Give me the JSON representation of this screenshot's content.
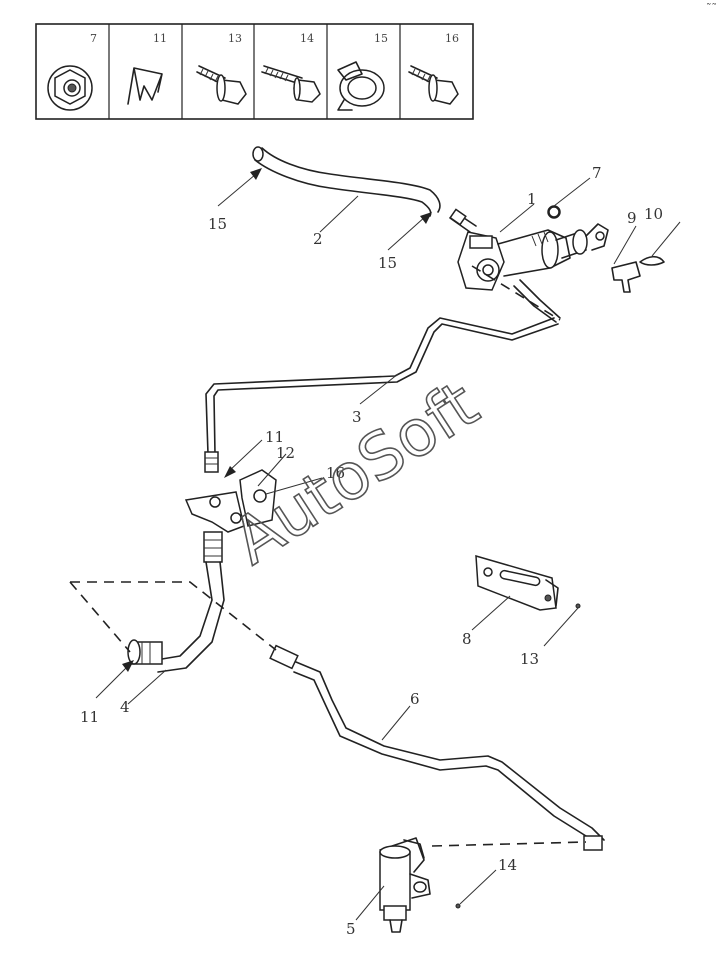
{
  "legend": {
    "cells": [
      {
        "number": "7",
        "icon": "flange-nut-icon"
      },
      {
        "number": "11",
        "icon": "spring-clip-icon"
      },
      {
        "number": "13",
        "icon": "flange-bolt-icon"
      },
      {
        "number": "14",
        "icon": "long-bolt-icon"
      },
      {
        "number": "15",
        "icon": "hose-clamp-icon"
      },
      {
        "number": "16",
        "icon": "hex-bolt-icon"
      }
    ]
  },
  "callouts": {
    "c1": "1",
    "c2": "2",
    "c3": "3",
    "c4": "4",
    "c5": "5",
    "c6": "6",
    "c7": "7",
    "c8": "8",
    "c9": "9",
    "c10": "10",
    "c11a": "11",
    "c11b": "11",
    "c12": "12",
    "c13": "13",
    "c14": "14",
    "c15a": "15",
    "c15b": "15",
    "c16": "16"
  },
  "watermark": "AutoSoft",
  "corner_mark": "˜˜",
  "colors": {
    "line": "#222222",
    "background": "#ffffff",
    "watermark": "#555555"
  }
}
